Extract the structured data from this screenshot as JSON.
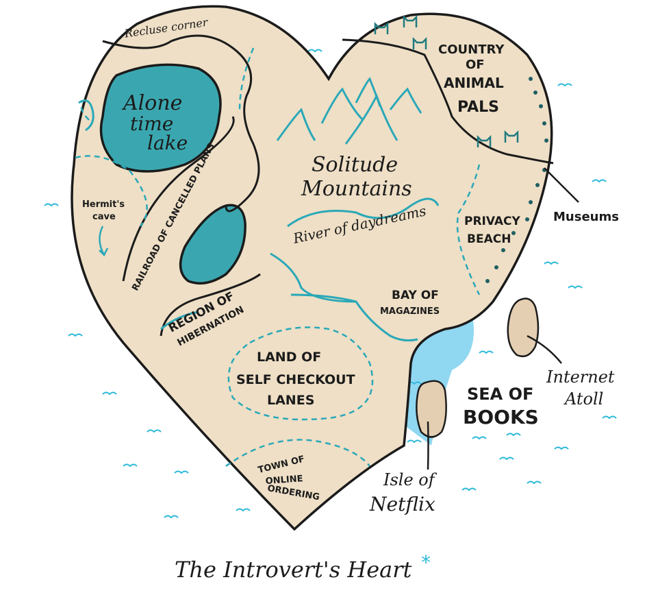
{
  "title": "The Introvert's Heart",
  "title_mark": "*",
  "colors": {
    "land": "#eedfc6",
    "water": "#3aa7b0",
    "sea": "#2bb8e0",
    "ink": "#1b1b1b",
    "dash": "#2aa8b8"
  },
  "regions": {
    "recluse_corner": "Recluse corner",
    "lake": [
      "Alone",
      "time",
      "lake"
    ],
    "hermits_cave": [
      "Hermit's",
      "cave"
    ],
    "railroad": "RAILROAD OF CANCELLED PLANS",
    "hibernation": [
      "REGION OF",
      "HIBERNATION"
    ],
    "mountains": [
      "Solitude",
      "Mountains"
    ],
    "river": "River of daydreams",
    "animal_pals": [
      "COUNTRY",
      "OF",
      "ANIMAL",
      "PALS"
    ],
    "privacy_beach": [
      "PRIVACY",
      "BEACH"
    ],
    "museums": "Museums",
    "bay": [
      "BAY OF",
      "MAGAZINES"
    ],
    "self_checkout": [
      "LAND OF",
      "SELF CHECKOUT",
      "LANES"
    ],
    "online_ordering": [
      "TOWN OF",
      "ONLINE",
      "ORDERING"
    ],
    "sea": [
      "SEA OF",
      "BOOKS"
    ],
    "atoll": [
      "Internet",
      "Atoll"
    ],
    "netflix": [
      "Isle of",
      "Netflix"
    ]
  }
}
